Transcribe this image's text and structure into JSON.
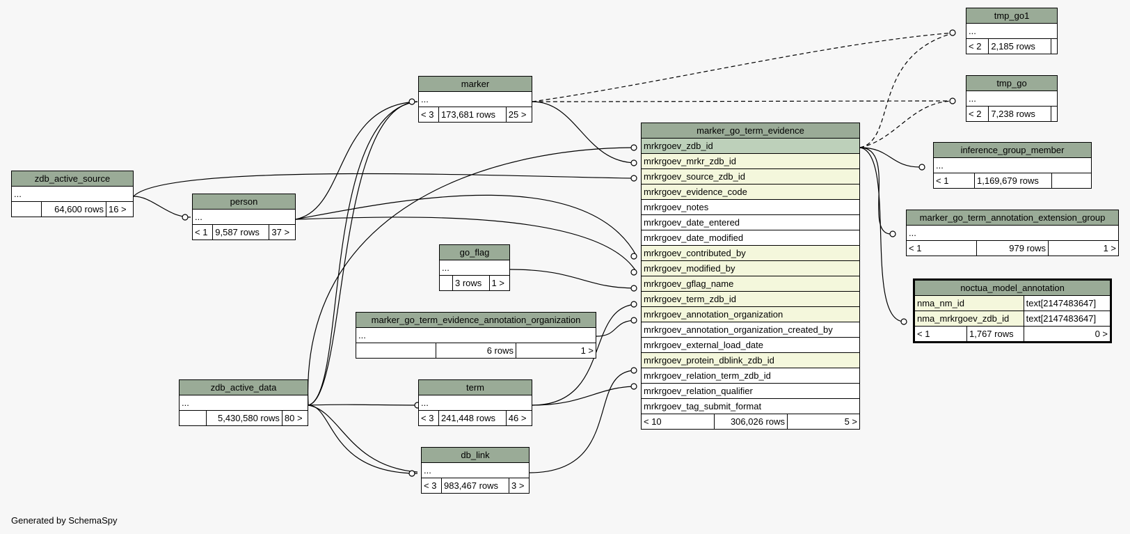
{
  "tables": {
    "tmp_go1": {
      "name": "tmp_go1",
      "cols": [
        "..."
      ],
      "stats": [
        "< 2",
        "2,185 rows",
        ""
      ]
    },
    "tmp_go": {
      "name": "tmp_go",
      "cols": [
        "..."
      ],
      "stats": [
        "< 2",
        "7,238 rows",
        ""
      ]
    },
    "marker": {
      "name": "marker",
      "cols": [
        "..."
      ],
      "stats": [
        "< 3",
        "173,681 rows",
        "25 >"
      ]
    },
    "zdb_active_source": {
      "name": "zdb_active_source",
      "cols": [
        "..."
      ],
      "stats": [
        "",
        "64,600 rows",
        "16 >"
      ]
    },
    "person": {
      "name": "person",
      "cols": [
        "..."
      ],
      "stats": [
        "< 1",
        "9,587 rows",
        "37 >"
      ]
    },
    "go_flag": {
      "name": "go_flag",
      "cols": [
        "..."
      ],
      "stats": [
        "",
        "3 rows",
        "1 >"
      ]
    },
    "mgtea_org": {
      "name": "marker_go_term_evidence_annotation_organization",
      "cols": [
        "..."
      ],
      "stats": [
        "",
        "6 rows",
        "1 >"
      ]
    },
    "zdb_active_data": {
      "name": "zdb_active_data",
      "cols": [
        "..."
      ],
      "stats": [
        "",
        "5,430,580 rows",
        "80 >"
      ]
    },
    "term": {
      "name": "term",
      "cols": [
        "..."
      ],
      "stats": [
        "< 3",
        "241,448 rows",
        "46 >"
      ]
    },
    "db_link": {
      "name": "db_link",
      "cols": [
        "..."
      ],
      "stats": [
        "< 3",
        "983,467 rows",
        "3 >"
      ]
    },
    "inference_group_member": {
      "name": "inference_group_member",
      "cols": [
        "..."
      ],
      "stats": [
        "< 1",
        "1,169,679 rows",
        ""
      ]
    },
    "mgtae_group": {
      "name": "marker_go_term_annotation_extension_group",
      "cols": [
        "..."
      ],
      "stats": [
        "< 1",
        "979 rows",
        "1 >"
      ]
    },
    "noctua": {
      "name": "noctua_model_annotation",
      "cols": [
        {
          "n": "nma_nm_id",
          "t": "text[2147483647]"
        },
        {
          "n": "nma_mrkrgoev_zdb_id",
          "t": "text[2147483647]"
        }
      ],
      "stats": [
        "< 1",
        "1,767 rows",
        "0 >"
      ]
    },
    "mgte": {
      "name": "marker_go_term_evidence",
      "cols": [
        "mrkrgoev_zdb_id",
        "mrkrgoev_mrkr_zdb_id",
        "mrkrgoev_source_zdb_id",
        "mrkrgoev_evidence_code",
        "mrkrgoev_notes",
        "mrkrgoev_date_entered",
        "mrkrgoev_date_modified",
        "mrkrgoev_contributed_by",
        "mrkrgoev_modified_by",
        "mrkrgoev_gflag_name",
        "mrkrgoev_term_zdb_id",
        "mrkrgoev_annotation_organization",
        "mrkrgoev_annotation_organization_created_by",
        "mrkrgoev_external_load_date",
        "mrkrgoev_protein_dblink_zdb_id",
        "mrkrgoev_relation_term_zdb_id",
        "mrkrgoev_relation_qualifier",
        "mrkrgoev_tag_submit_format"
      ],
      "stats": [
        "< 10",
        "306,026 rows",
        "5 >"
      ]
    }
  },
  "footer": "Generated by SchemaSpy"
}
